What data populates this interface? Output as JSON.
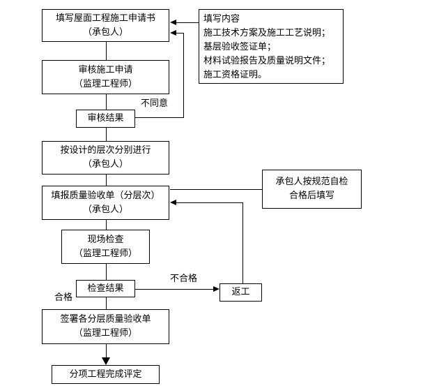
{
  "page": {
    "background": "#ffffff",
    "line_color": "#000000",
    "box_fill": "#ffffff",
    "text_color": "#000000"
  },
  "flowchart": {
    "nodes": {
      "apply": {
        "line1": "填写屋面工程施工申请书",
        "line2": "（承包人）"
      },
      "review": {
        "line1": "审核施工申请",
        "line2": "（监理工程师）"
      },
      "review_result": {
        "label": "审核结果"
      },
      "by_layer": {
        "line1": "按设计的层次分别进行",
        "line2": "（承包人）"
      },
      "fill_form": {
        "line1": "填报质量验收单（分层次）",
        "line2": "（承包人）"
      },
      "site_check": {
        "line1": "现场检查",
        "line2": "（监理工程师）"
      },
      "check_result": {
        "label": "检查结果"
      },
      "sign_form": {
        "line1": "签署各分层质量验收单",
        "line2": "（监理工程师）"
      },
      "final": {
        "label": "分项工程完成评定"
      },
      "rework": {
        "label": "返工"
      }
    },
    "notes": {
      "fill_content": {
        "lines": [
          "填写内容",
          "施工技术方案及施工工艺说明；",
          "基层验收签证单；",
          "材料试验报告及质量说明文件；",
          "施工资格证明。"
        ]
      },
      "self_check": {
        "line1": "承包人按规范自检",
        "line2": "合格后填写"
      }
    },
    "edge_labels": {
      "disagree": "不同意",
      "fail": "不合格",
      "pass": "合格"
    }
  }
}
